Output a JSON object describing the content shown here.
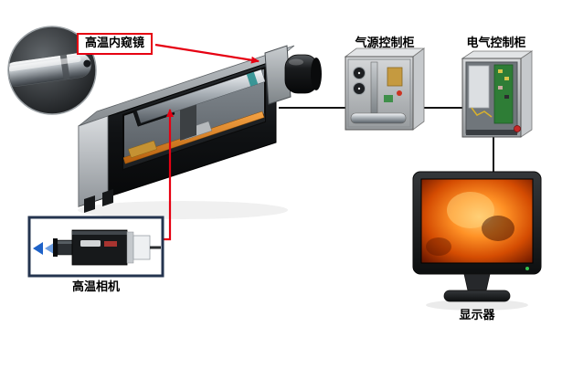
{
  "diagram": {
    "type": "system-connection-diagram",
    "labels": {
      "endoscope": "高温内窥镜",
      "air_cabinet": "气源控制柜",
      "electrical_cabinet": "电气控制柜",
      "camera": "高温相机",
      "monitor": "显示器"
    },
    "colors": {
      "connector_red": "#e60012",
      "connector_black": "#141414",
      "arrow_blue": "#1e62c8",
      "rail_orange": "#e07a1a",
      "pcb_green": "#2e7d36",
      "furnace_orange": "#d44c02",
      "label_border_red": "#e60012"
    }
  }
}
